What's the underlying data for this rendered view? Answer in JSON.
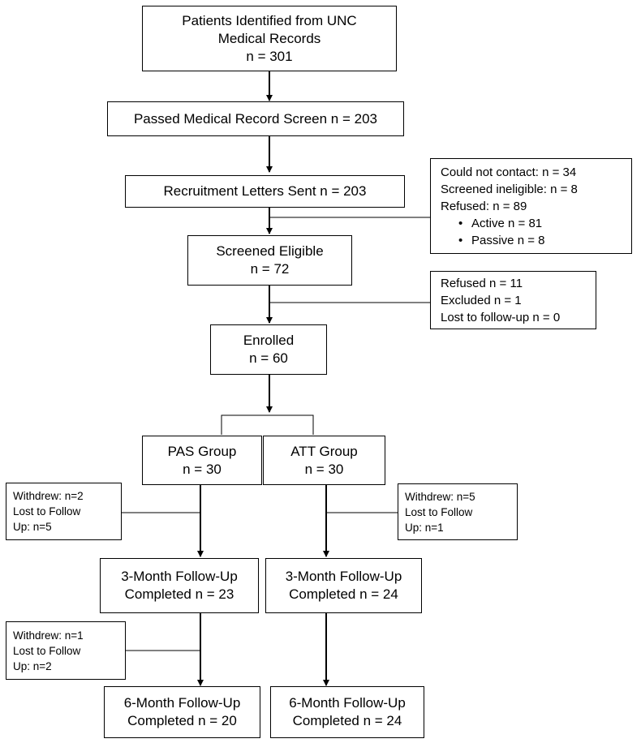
{
  "nodes": {
    "identified": [
      "Patients Identified from UNC",
      "Medical Records",
      "n = 301"
    ],
    "passed_screen": [
      "Passed Medical Record Screen n = 203"
    ],
    "letters_sent": [
      "Recruitment Letters Sent n = 203"
    ],
    "screened_eligible": [
      "Screened Eligible",
      "n = 72"
    ],
    "enrolled": [
      "Enrolled",
      "n = 60"
    ],
    "pas_group": [
      "PAS Group",
      "n = 30"
    ],
    "att_group": [
      "ATT Group",
      "n = 30"
    ],
    "pas_3month": [
      "3-Month Follow-Up",
      "Completed n = 23"
    ],
    "att_3month": [
      "3-Month Follow-Up",
      "Completed n = 24"
    ],
    "pas_6month": [
      "6-Month Follow-Up",
      "Completed n = 20"
    ],
    "att_6month": [
      "6-Month Follow-Up",
      "Completed n = 24"
    ]
  },
  "exclusions": {
    "after_letters": {
      "lines": [
        "Could not contact: n = 34",
        "Screened ineligible:  n = 8",
        "Refused: n = 89"
      ],
      "bullets": [
        "Active n = 81",
        "Passive n = 8"
      ]
    },
    "after_screening": [
      "Refused n = 11",
      "Excluded n = 1",
      "Lost to follow-up n = 0"
    ],
    "pas_before_3month": [
      "Withdrew: n=2",
      "Lost to Follow",
      "Up: n=5"
    ],
    "att_before_3month": [
      "Withdrew: n=5",
      "Lost to Follow",
      "Up: n=1"
    ],
    "pas_before_6month": [
      "Withdrew: n=1",
      "Lost to Follow",
      "Up: n=2"
    ]
  }
}
